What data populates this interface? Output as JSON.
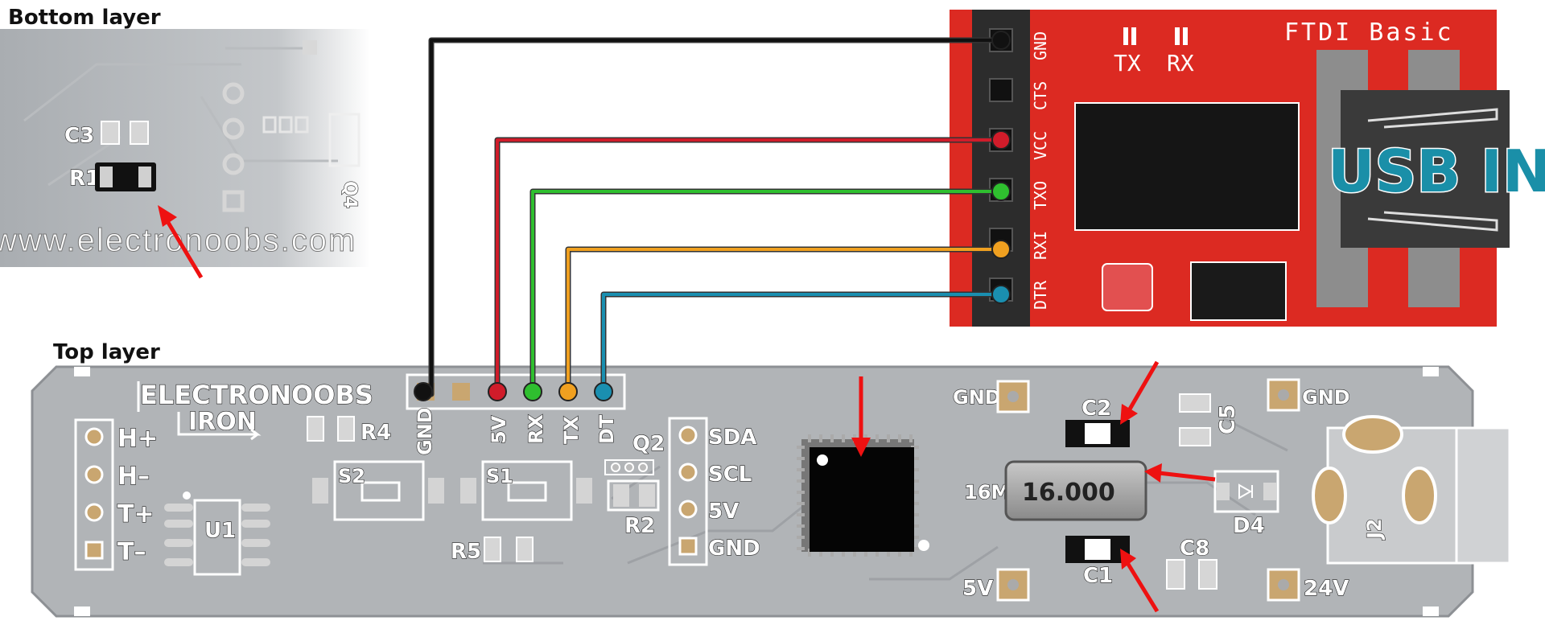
{
  "labels": {
    "bottom_layer": "Bottom layer",
    "top_layer": "Top layer"
  },
  "bottom": {
    "c3": "C3",
    "r1": "R1",
    "website": "www.electronoobs.com",
    "q": "Q4"
  },
  "ftdi": {
    "title": "FTDI Basic",
    "tx": "TX",
    "rx": "RX",
    "usb": "USB IN",
    "pins": [
      "GND",
      "CTS",
      "VCC",
      "TXO",
      "RXI",
      "DTR"
    ]
  },
  "top": {
    "brand": "ELECTRONOOBS",
    "brand2": "IRON",
    "header_pins": [
      "GND",
      "5V",
      "RX",
      "TX",
      "DT"
    ],
    "left_pins": [
      "H+",
      "H–",
      "T+",
      "T–"
    ],
    "u1": "U1",
    "r4": "R4",
    "s2": "S2",
    "s1": "S1",
    "r5": "R5",
    "q2": "Q2",
    "r2": "R2",
    "i2c_pins": [
      "SDA",
      "SCL",
      "5V",
      "GND"
    ],
    "gnd_top_left": "GND",
    "gnd_top_right": "GND",
    "c2": "C2",
    "c5": "C5",
    "crystal_value": "16.000",
    "m16": "16M",
    "d4": "D4",
    "j2": "J2",
    "c1": "C1",
    "c8": "C8",
    "v5": "5V",
    "v24": "24V"
  },
  "wires": {
    "colors": [
      "#111111",
      "#d01c2a",
      "#2fbf2f",
      "#f0a020",
      "#1a8fb0"
    ]
  }
}
